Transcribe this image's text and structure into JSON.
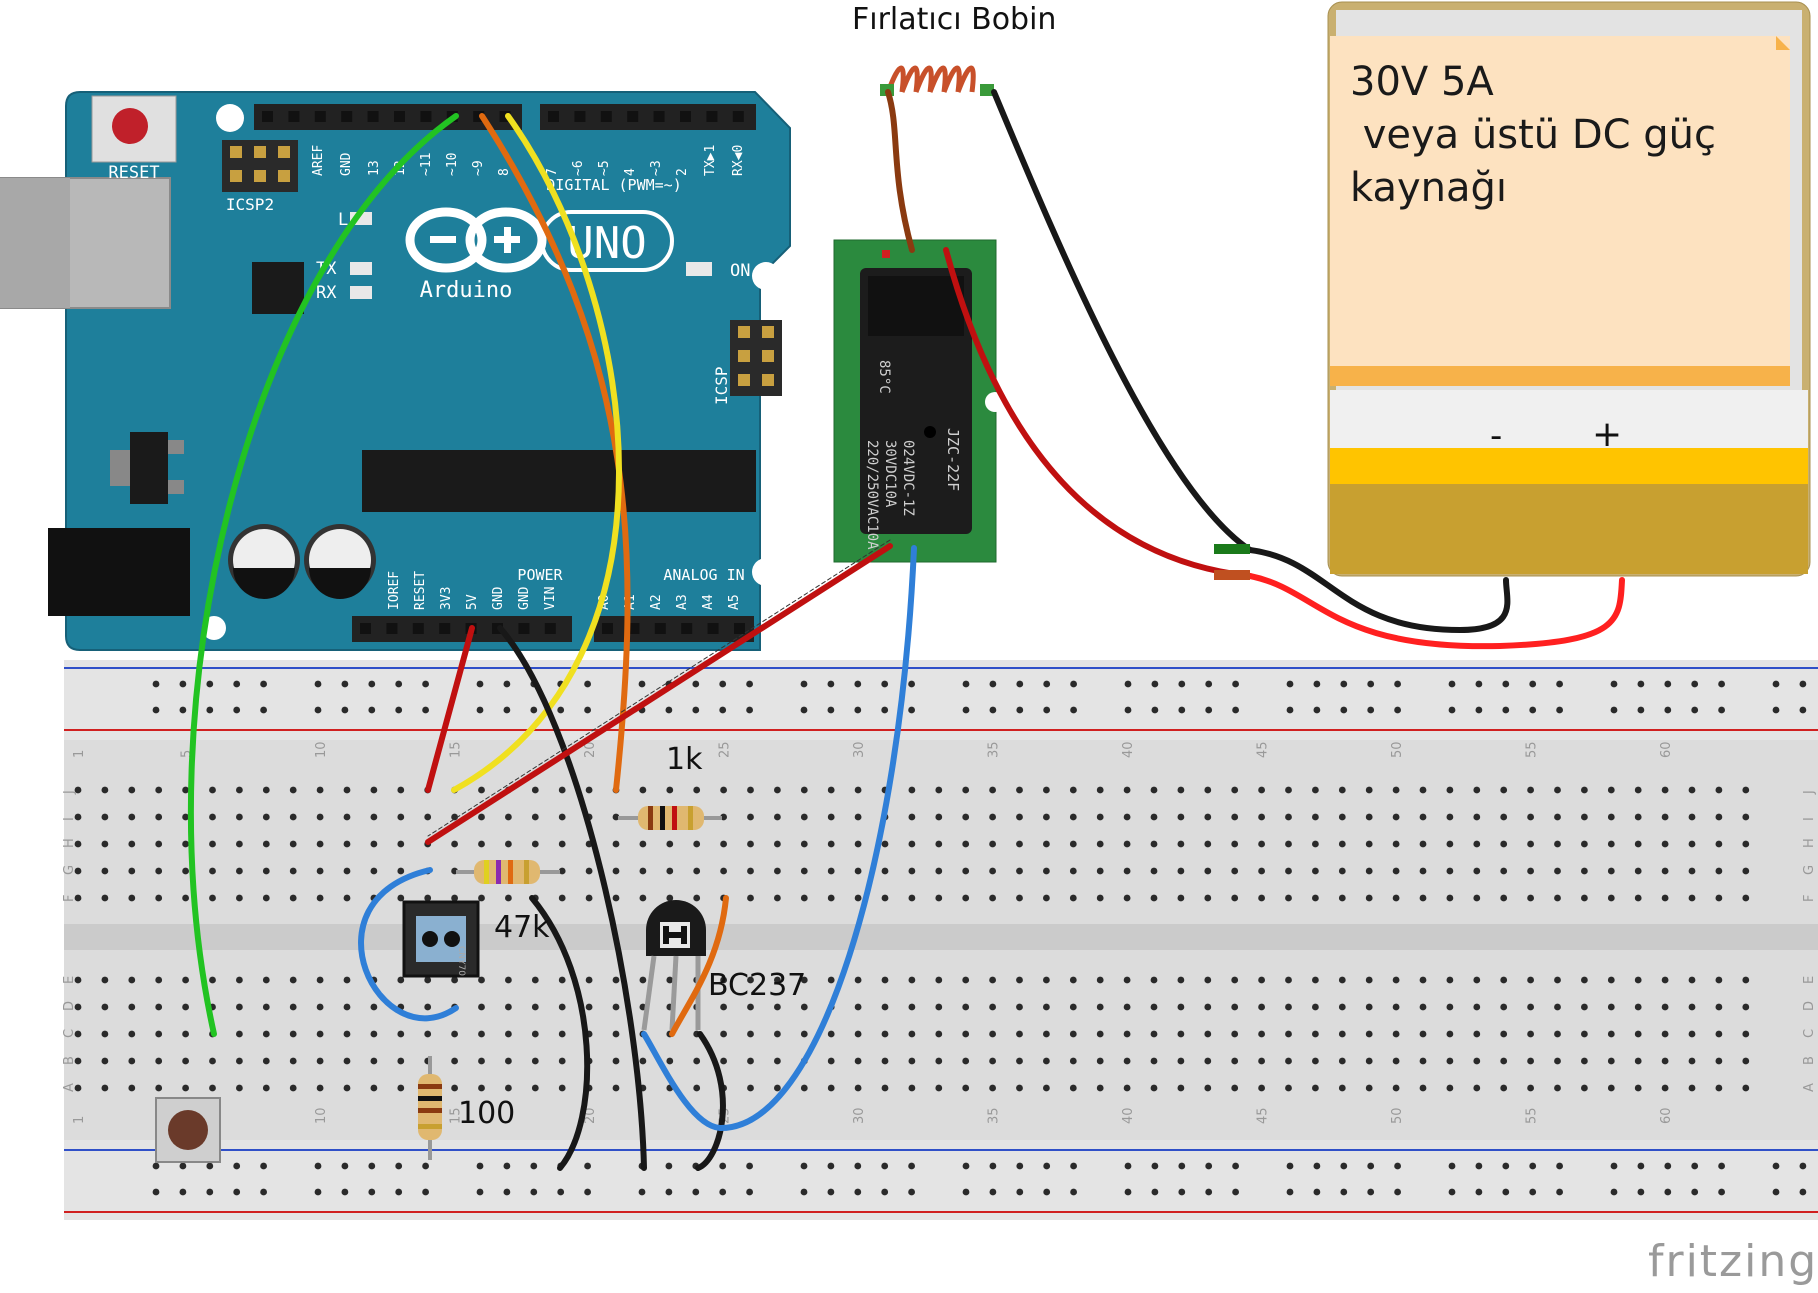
{
  "title": "Fırlatıcı Bobin",
  "psu": {
    "line1": "30V 5A",
    "line2": " veya üstü DC güç",
    "line3": "kaynağı",
    "minus": "-",
    "plus": "+"
  },
  "arduino": {
    "brand": "Arduino",
    "model": "UNO",
    "reset": "RESET",
    "icsp2": "ICSP2",
    "icsp": "ICSP",
    "on": "ON",
    "l": "L",
    "tx": "TX",
    "rx": "RX",
    "digital": "DIGITAL (PWM=~)",
    "power": "POWER",
    "analog": "ANALOG IN",
    "top_pins": [
      "AREF",
      "GND",
      "13",
      "12",
      "~11",
      "~10",
      "~9",
      "8",
      "7",
      "~6",
      "~5",
      "4",
      "~3",
      "2",
      "TX▶1",
      "RX◀0"
    ],
    "bottom_pins": [
      "IOREF",
      "RESET",
      "3V3",
      "5V",
      "GND",
      "GND",
      "VIN",
      "A0",
      "A1",
      "A2",
      "A3",
      "A4",
      "A5"
    ]
  },
  "relay": {
    "model": "JZC-22F",
    "line1": "024VDC-1Z",
    "line2": "30VDC10A",
    "line3": "220/250VAC10A",
    "temp": "85°C"
  },
  "components": {
    "r1k": "1k",
    "r47k": "47k",
    "r100": "100",
    "transistor": "BC237",
    "sensor": "CNY70"
  },
  "breadboard": {
    "col_numbers": [
      "1",
      "5",
      "10",
      "15",
      "20",
      "25",
      "30",
      "35",
      "40",
      "45",
      "50",
      "55",
      "60"
    ],
    "rows_top": [
      "J",
      "I",
      "H",
      "G",
      "F"
    ],
    "rows_bottom": [
      "E",
      "D",
      "C",
      "B",
      "A"
    ]
  },
  "logo": "fritzing",
  "colors": {
    "board": "#1e7f9b",
    "wire_green": "#22c322",
    "wire_orange": "#e06a10",
    "wire_yellow": "#f0e020",
    "wire_red": "#c01010",
    "wire_black": "#181818",
    "wire_blue": "#2f7fd8",
    "wire_brown": "#8a3a10",
    "relay_pcb": "#2b8a3e",
    "psu_note": "#fde2c0",
    "psu_body": "#c8a030"
  }
}
